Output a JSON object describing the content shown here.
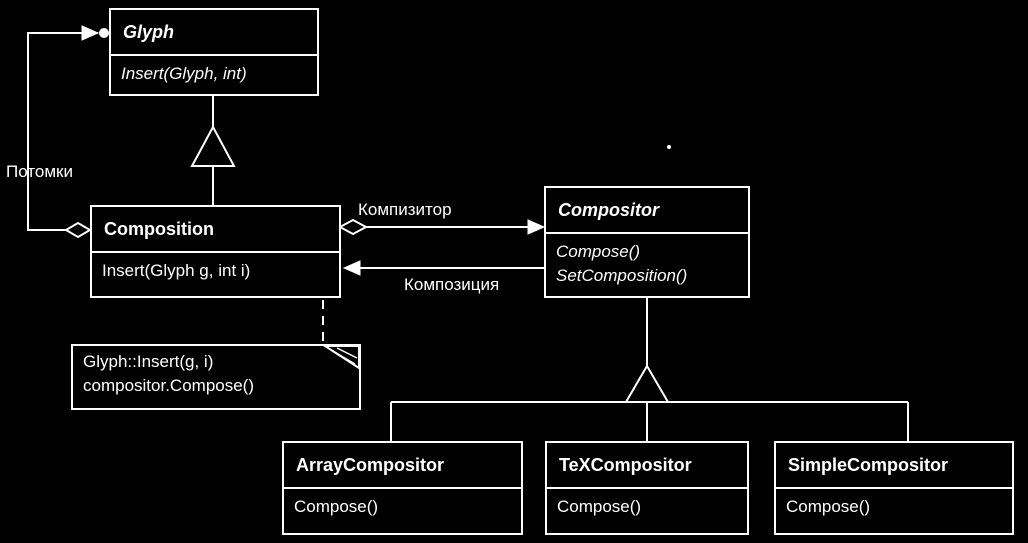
{
  "classes": {
    "glyph": {
      "name": "Glyph",
      "operations": [
        "Insert(Glyph, int)"
      ]
    },
    "composition": {
      "name": "Composition",
      "operations": [
        "Insert(Glyph g, int i)"
      ]
    },
    "compositor": {
      "name": "Compositor",
      "operations": [
        "Compose()",
        "SetComposition()"
      ]
    },
    "array_compositor": {
      "name": "ArrayCompositor",
      "operations": [
        "Compose()"
      ]
    },
    "tex_compositor": {
      "name": "TeXCompositor",
      "operations": [
        "Compose()"
      ]
    },
    "simple_compositor": {
      "name": "SimpleCompositor",
      "operations": [
        "Compose()"
      ]
    }
  },
  "relations": {
    "children_label": "Потомки",
    "compositor_label": "Компизитор",
    "composition_label": "Композиция"
  },
  "note": {
    "lines": [
      "Glyph::Insert(g, i)",
      "compositor.Compose()"
    ]
  },
  "colors": {
    "background": "#000000",
    "foreground": "#ffffff"
  }
}
